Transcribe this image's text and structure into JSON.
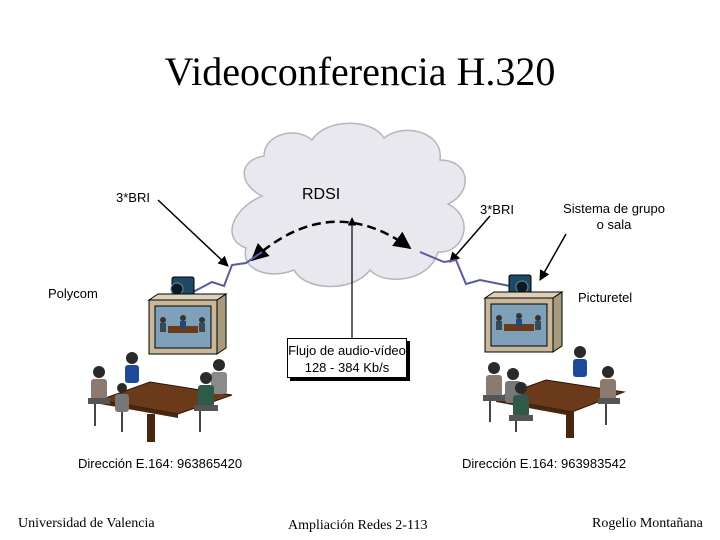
{
  "title": "Videoconferencia H.320",
  "network": {
    "label": "RDSI"
  },
  "links": {
    "left_label": "3*BRI",
    "right_label": "3*BRI"
  },
  "sites": {
    "left": {
      "name": "Polycom",
      "address": "Dirección E.164: 963865420"
    },
    "right": {
      "name": "Picturetel",
      "address": "Dirección E.164: 963983542",
      "caption_line1": "Sistema de grupo",
      "caption_line2": "o sala"
    }
  },
  "flow": {
    "line1": "Flujo de audio-vídeo",
    "line2": "128 - 384 Kb/s"
  },
  "footer": {
    "left": "Universidad de Valencia",
    "center": "Ampliación Redes 2-113",
    "right": "Rogelio Montañana"
  },
  "colors": {
    "cloud": "#e8e8ee",
    "isdn_link": "#5a5aa0",
    "table": "#6b3a1a",
    "monitor": "#c8b899"
  }
}
